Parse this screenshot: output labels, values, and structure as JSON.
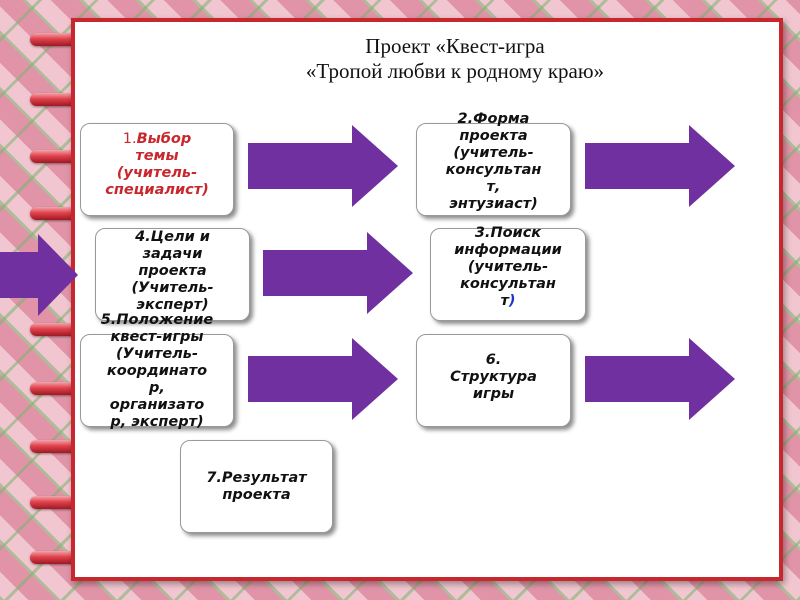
{
  "title": {
    "line1": "Проект «Квест-игра",
    "line2": "«Тропой любви к родному краю»"
  },
  "boxes": [
    {
      "num": "1.",
      "line1": "Выбор",
      "line2": "темы",
      "line3": "(учитель-",
      "line4": "специалист)",
      "color": "#c8282d"
    },
    {
      "line1": "2.Форма",
      "line2": "проекта",
      "line3": "(учитель-",
      "line4": "консультан",
      "line5": "т,",
      "line6": "энтузиаст)"
    },
    {
      "line1": "3.Поиск",
      "line2": "информации",
      "line3": "(учитель-",
      "line4": "консультан",
      "line5": "т",
      "paren": ")",
      "paren_color": "#2233cc"
    },
    {
      "line1": "4.Цели и",
      "line2": "задачи",
      "line3": "проекта",
      "line4": "(Учитель-",
      "line5": "эксперт)"
    },
    {
      "line1": "5.Положение",
      "line2": "квест-игры",
      "line3": "(Учитель-",
      "line4": "координато",
      "line5": "р,",
      "line6": "организато",
      "line7": "р, эксперт)"
    },
    {
      "line1": "6.",
      "line2": "Структура",
      "line3": "игры"
    },
    {
      "line1": "7.Результат",
      "line2": "проекта"
    }
  ],
  "colors": {
    "arrow": "#7030a0",
    "frame": "#c8282d",
    "accent_red": "#c8282d"
  },
  "icons": [
    "arrow-right-icon",
    "spiral-ring-icon"
  ]
}
